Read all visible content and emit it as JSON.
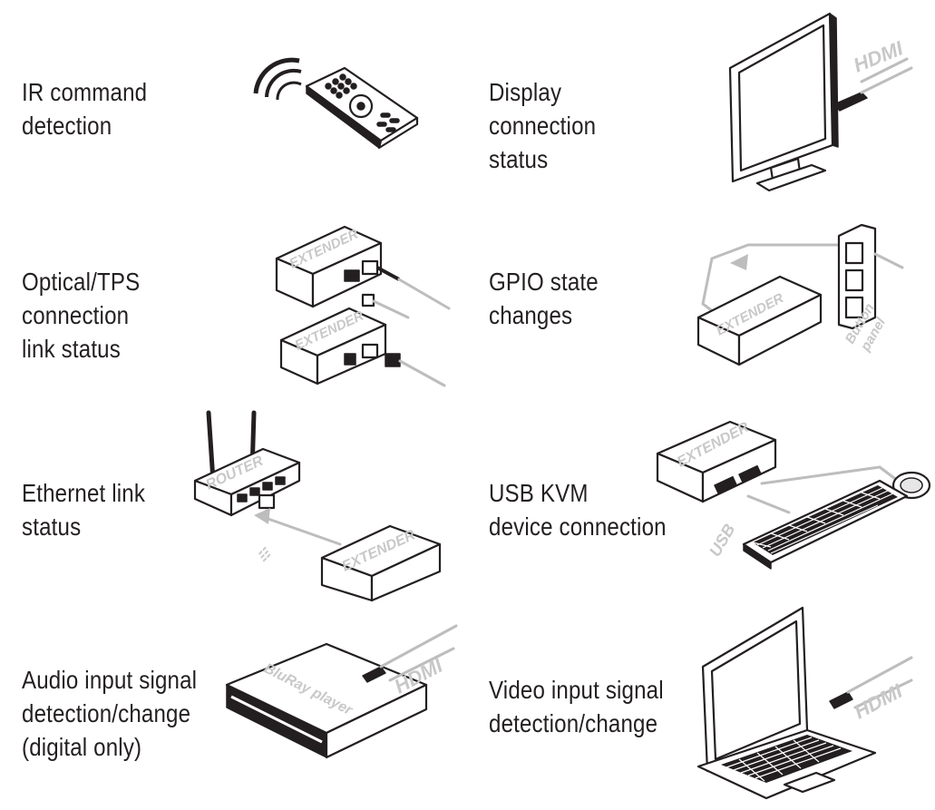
{
  "features": [
    {
      "id": "ir",
      "label": "IR command\ndetection"
    },
    {
      "id": "display",
      "label": "Display\nconnection\nstatus"
    },
    {
      "id": "optical",
      "label": "Optical/TPS\nconnection\nlink status"
    },
    {
      "id": "gpio",
      "label": "GPIO state\nchanges"
    },
    {
      "id": "ethernet",
      "label": "Ethernet link\nstatus"
    },
    {
      "id": "usb",
      "label": "USB KVM\ndevice connection"
    },
    {
      "id": "audio",
      "label": "Audio input signal\ndetection/change\n(digital only)"
    },
    {
      "id": "video",
      "label": "Video input signal\ndetection/change"
    }
  ],
  "illustration_text": {
    "extender": "EXTENDER",
    "router": "ROUTER",
    "hdmi": "HDMI",
    "usb": "USB",
    "button_panel_1": "Button",
    "button_panel_2": "panel",
    "bluray": "BluRay player"
  }
}
